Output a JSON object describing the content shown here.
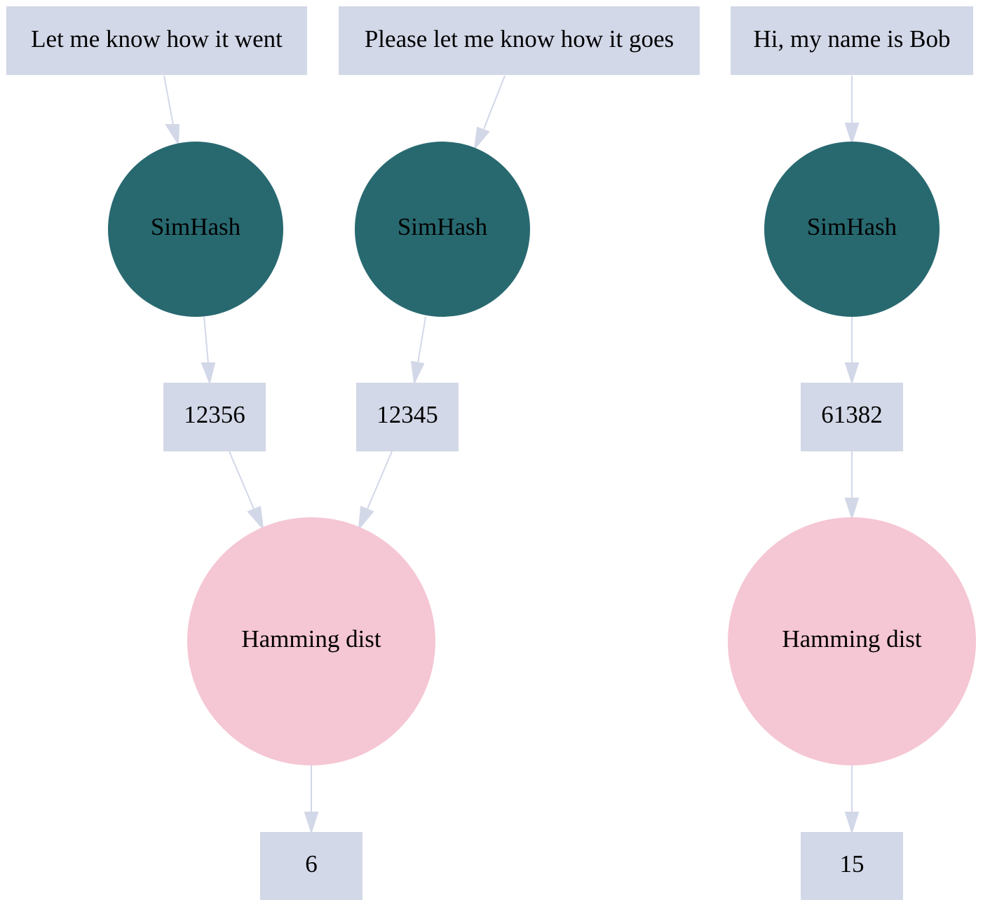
{
  "colors": {
    "box_fill": "#d3d8e8",
    "simhash_fill": "#286970",
    "hamming_fill": "#f5c6d3",
    "edge": "#d3d8e8",
    "text": "#000000"
  },
  "inputs": {
    "a": "Let me know how it went",
    "b": "Please let me know how it goes",
    "c": "Hi, my name is Bob"
  },
  "simhash": {
    "a": "SimHash",
    "b": "SimHash",
    "c": "SimHash"
  },
  "hashes": {
    "a": "12356",
    "b": "12345",
    "c": "61382"
  },
  "hamming": {
    "ab": "Hamming dist",
    "c": "Hamming dist"
  },
  "results": {
    "ab": "6",
    "c": "15"
  }
}
